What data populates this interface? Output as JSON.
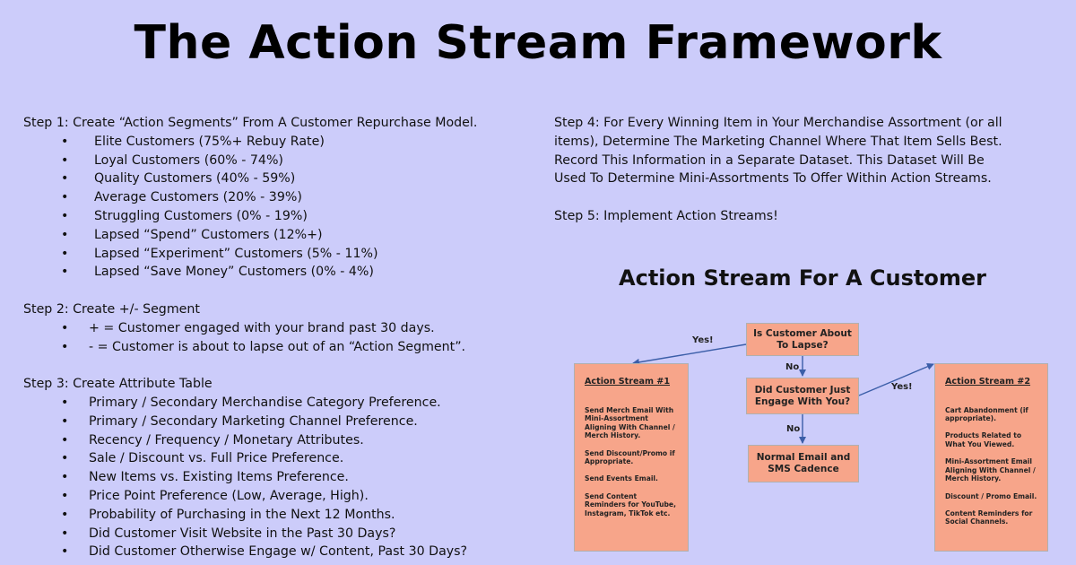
{
  "title": "The Action Stream Framework",
  "left": {
    "step1": {
      "heading": "Step 1: Create “Action Segments” From A Customer Repurchase Model.",
      "items": [
        "Elite Customers (75%+ Rebuy Rate)",
        "Loyal Customers (60% - 74%)",
        "Quality Customers (40% - 59%)",
        "Average Customers (20% - 39%)",
        "Struggling Customers (0% - 19%)",
        "Lapsed “Spend” Customers (12%+)",
        "Lapsed “Experiment” Customers (5% - 11%)",
        "Lapsed “Save Money” Customers (0% - 4%)"
      ]
    },
    "step2": {
      "heading": "Step 2: Create +/- Segment",
      "items": [
        "+ = Customer engaged with your brand past 30 days.",
        "- = Customer is about to lapse out of an “Action Segment”."
      ]
    },
    "step3": {
      "heading": "Step 3:  Create Attribute Table",
      "items": [
        "Primary / Secondary Merchandise Category Preference.",
        "Primary / Secondary Marketing Channel Preference.",
        "Recency / Frequency / Monetary Attributes.",
        "Sale / Discount vs. Full Price Preference.",
        "New Items vs. Existing Items Preference.",
        "Price Point Preference (Low, Average, High).",
        "Probability of Purchasing in the Next 12 Months.",
        "Did Customer Visit Website in the Past 30 Days?",
        "Did Customer Otherwise Engage w/ Content, Past 30 Days?"
      ]
    },
    "bullet": "•"
  },
  "right": {
    "step4": [
      "Step 4: For Every Winning Item in Your Merchandise Assortment (or all",
      "items), Determine The Marketing Channel Where That Item Sells Best.",
      "Record This Information in a Separate Dataset. This Dataset Will Be",
      "Used To Determine Mini-Assortments To Offer Within Action Streams."
    ],
    "step5": "Step 5:  Implement Action Streams!"
  },
  "diagram": {
    "title": "Action Stream For A Customer",
    "decision1": [
      "Is Customer About",
      "To Lapse?"
    ],
    "decision2": [
      "Did Customer Just",
      "Engage With You?"
    ],
    "outcome": [
      "Normal Email and",
      "SMS Cadence"
    ],
    "labels": {
      "yes1": "Yes!",
      "no1": "No",
      "yes2": "Yes!",
      "no2": "No"
    },
    "stream1": {
      "heading": "Action Stream #1",
      "paras": [
        "Send Merch Email With Mini-Assortment Aligning With Channel / Merch History.",
        "Send Discount/Promo if Appropriate.",
        "Send Events Email.",
        "Send Content Reminders for YouTube, Instagram, TikTok etc."
      ]
    },
    "stream2": {
      "heading": "Action Stream #2",
      "paras": [
        "Cart Abandonment (if appropriate).",
        "Products Related to What You Viewed.",
        "Mini-Assortment Email Aligning With Channel / Merch History.",
        "Discount / Promo Email.",
        "Content Reminders for Social Channels."
      ]
    },
    "colors": {
      "box_fill": "#f7a58a",
      "arrow": "#3b5ea8",
      "background": "#ccccfa"
    }
  }
}
